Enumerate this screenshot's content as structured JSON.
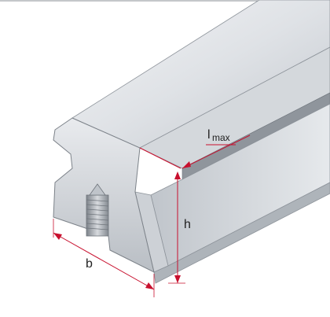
{
  "labels": {
    "length_symbol": "l",
    "length_subscript": "max",
    "height": "h",
    "width": "b"
  },
  "colors": {
    "dimension_line": "#c8102e",
    "rail_light": "#e6e8eb",
    "rail_mid": "#c9cdd2",
    "rail_dark": "#9aa0a7",
    "rail_edge": "#6f757c",
    "label_text": "#222222"
  }
}
